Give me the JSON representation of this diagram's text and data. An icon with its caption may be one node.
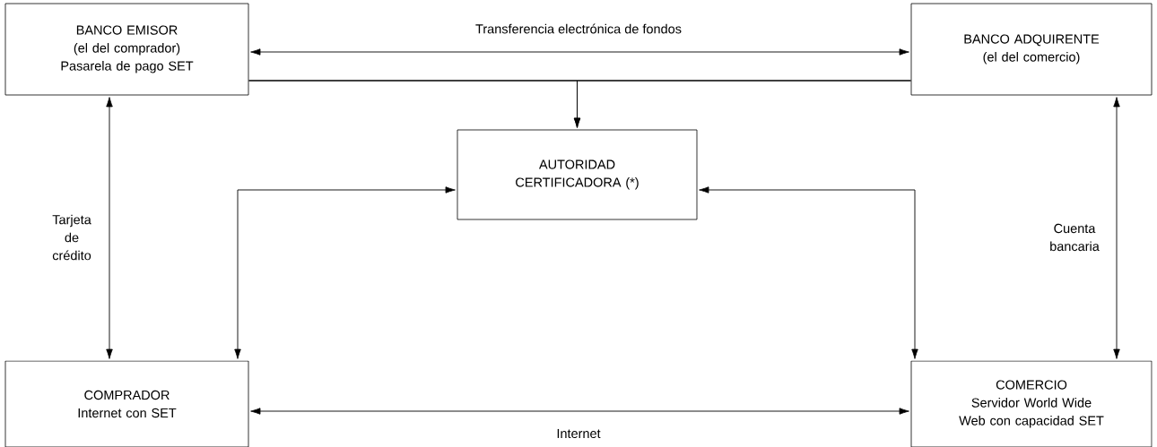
{
  "diagram": {
    "nodes": [
      {
        "text": [
          "BANCO EMISOR",
          "(el del comprador)",
          "Pasarela de pago SET"
        ]
      },
      {
        "text": [
          "BANCO ADQUIRENTE",
          "(el del comercio)"
        ]
      },
      {
        "text": [
          "AUTORIDAD CERTIFICADORA (*)"
        ]
      },
      {
        "text": [
          "COMPRADOR",
          "Internet con SET"
        ]
      },
      {
        "text": [
          "COMERCIO",
          "Servidor World Wide Web con capacidad SET"
        ]
      }
    ],
    "edges": [
      {
        "from": 0,
        "to": 1,
        "arrow": "both",
        "label": "Transferencia electrónica de fondos"
      },
      {
        "from": 0,
        "to": 2,
        "arrow": "to"
      },
      {
        "from": 1,
        "to": 2,
        "arrow": "to"
      },
      {
        "from": 0,
        "to": 3,
        "arrow": "both",
        "label": "Tarjeta de crédito"
      },
      {
        "from": 3,
        "to": 2,
        "arrow": "both"
      },
      {
        "from": 4,
        "to": 2,
        "arrow": "both"
      },
      {
        "from": 1,
        "to": 4,
        "arrow": "both",
        "label": "Cuenta bancaria"
      },
      {
        "from": 3,
        "to": 4,
        "arrow": "both",
        "label": "Internet"
      }
    ]
  }
}
